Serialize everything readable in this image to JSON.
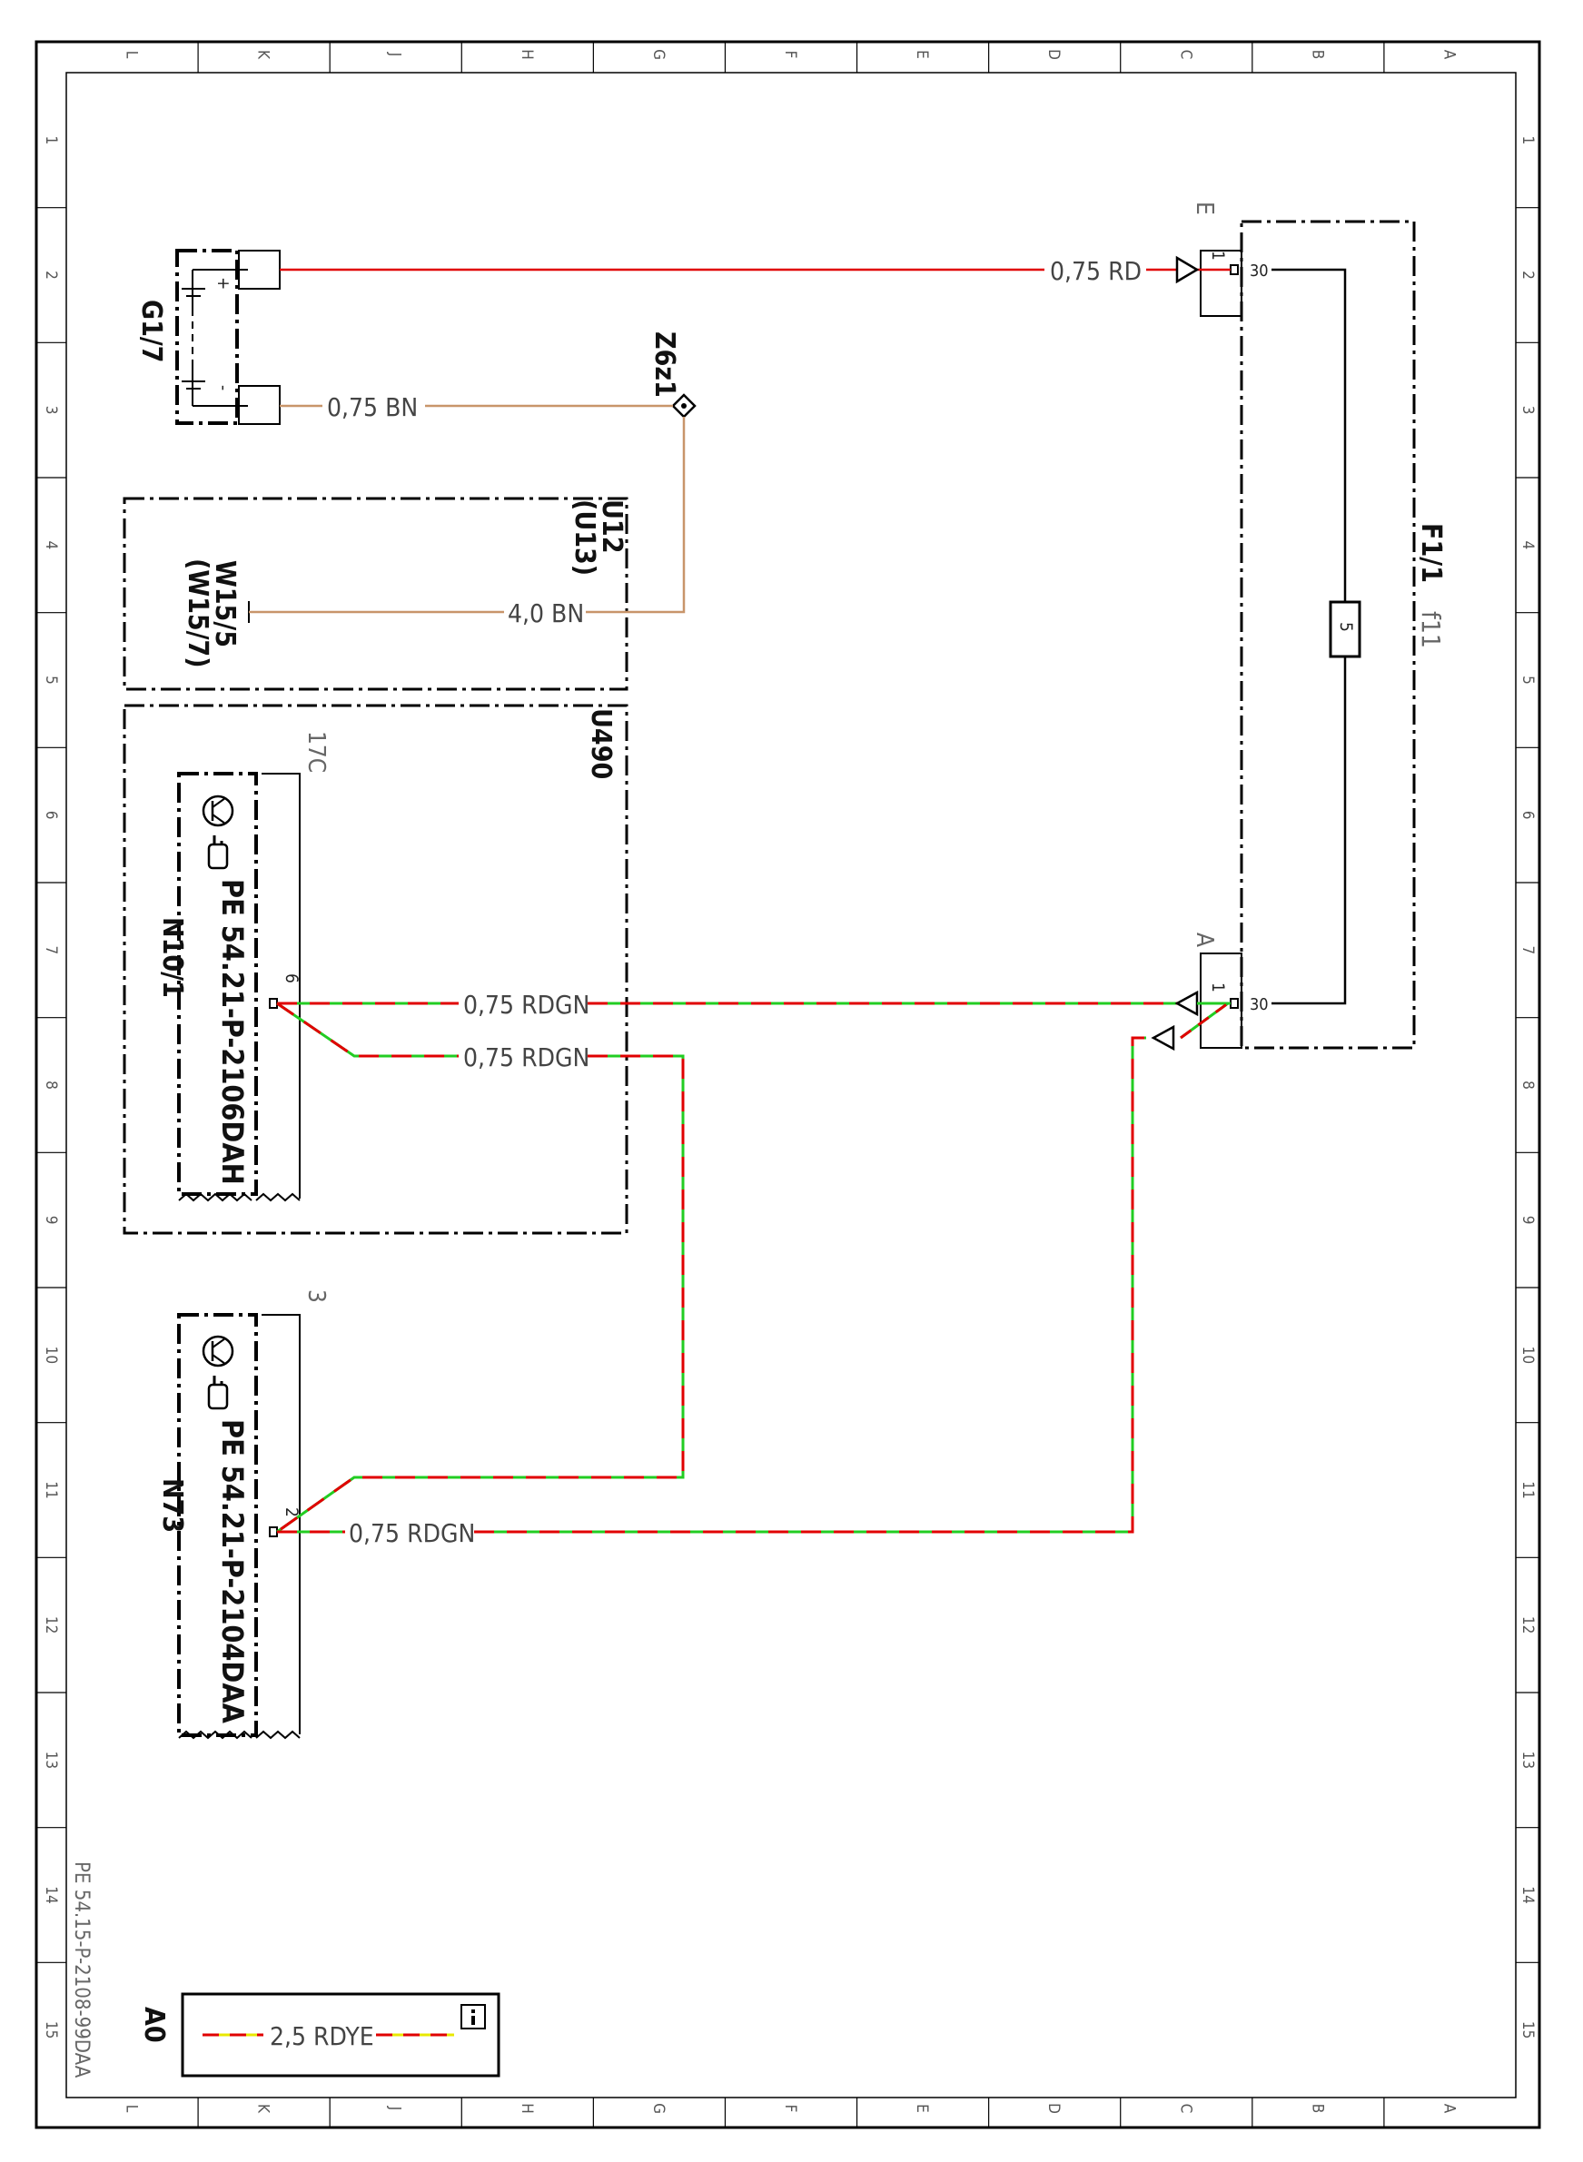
{
  "grid": {
    "columns": [
      "L",
      "K",
      "J",
      "H",
      "G",
      "F",
      "E",
      "D",
      "C",
      "B",
      "A"
    ],
    "rows": [
      "1",
      "2",
      "3",
      "4",
      "5",
      "6",
      "7",
      "8",
      "9",
      "10",
      "11",
      "12",
      "13",
      "14",
      "15"
    ]
  },
  "components": {
    "battery": "G1/7",
    "ground_point": "Z6z1",
    "fuse_box": "F1/1",
    "fuse": "f11",
    "fuse_rating": "5",
    "module_u12": "U12",
    "module_u13": "(U13)",
    "wire_w15_5": "W15/5",
    "wire_w15_7": "(W15/7)",
    "module_u490": "U490",
    "control_unit_1": "N10/1",
    "control_unit_1_ref": "PE 54.21-P-2106DAH",
    "control_unit_2": "N73",
    "control_unit_2_ref": "PE 54.21-P-2104DAA"
  },
  "wires": {
    "red": "0,75 RD",
    "brown_thin": "0,75 BN",
    "brown_thick": "4,0 BN",
    "rdgn_1": "0,75 RDGN",
    "rdgn_2": "0,75 RDGN",
    "rdgn_3": "0,75 RDGN"
  },
  "connectors": {
    "fuse_conn_top": "E",
    "fuse_conn_bottom": "A",
    "fuse_pin_top": "30",
    "fuse_pin_bottom": "30",
    "conn_pin_1a": "1",
    "conn_pin_1b": "1",
    "n10_plug": "17C",
    "n10_pin": "6",
    "n73_plug": "3",
    "n73_pin": "2",
    "battery_plus": "+",
    "battery_minus": "-"
  },
  "legend": {
    "code": "A0",
    "wire": "2,5 RDYE",
    "info_icon": "info-icon"
  },
  "document_ref": "PE 54.15-P-2108-99DAA",
  "colors": {
    "red": "#e00000",
    "green": "#22cc22",
    "yellow": "#e8e800",
    "brown": "#c8956a",
    "black": "#000000"
  }
}
